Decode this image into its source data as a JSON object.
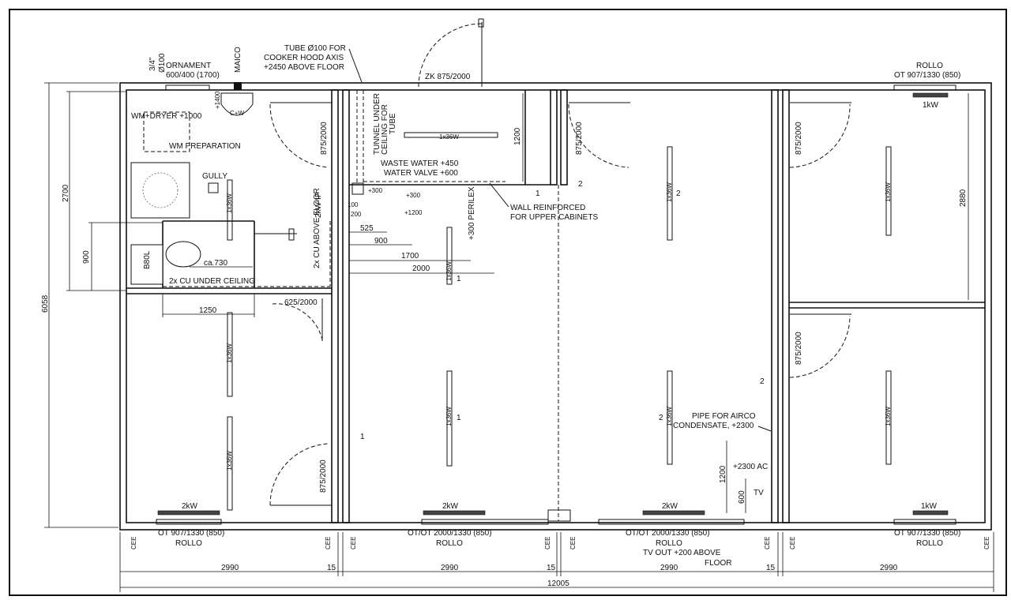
{
  "rooms": {
    "left_top": {
      "ornament": "ORNAMENT",
      "ornament_size": "600/400 (1700)",
      "pipe_34": "3/4\"",
      "pipe_100": "Ø100",
      "maico": "MAICO",
      "h1400": "+1400",
      "sink": "C+W",
      "wm_dryer": "WM+DRYER +1000",
      "wm_prep": "WM PREPARATION",
      "gully": "GULLY",
      "light": "1x36W",
      "toilet": "B80L",
      "ca730": "ca.730",
      "cu_under": "2x CU UNDER CEILING",
      "kw_ip": "2kW-IP",
      "cu_above": "2x CU ABOVE FLOOR",
      "door_inner": "625/2000",
      "door_top": "875/2000"
    },
    "left_bottom": {
      "light": "1x36W",
      "heater": "2kW",
      "door": "875/2000",
      "num1": "1"
    },
    "mid_left": {
      "tube": "TUBE Ø100 FOR",
      "tube2": "COOKER HOOD AXIS",
      "tube3": "+2450 ABOVE FLOOR",
      "zk": "ZK 875/2000",
      "tunnel": "TUNNEL UNDER",
      "tunnel2": "CEILING FOR",
      "tunnel3": "TUBE",
      "light_top": "1x36W",
      "waste": "WASTE WATER +450",
      "valve": "WATER VALVE +600",
      "d100": "100",
      "d200": "200",
      "d300a": "+300",
      "d300b": "+300",
      "d1200": "+1200",
      "perilex": "+300 PERILEX",
      "wall_reinf": "WALL REINFORCED",
      "wall_reinf2": "FOR UPPER CABINETS",
      "d1200v": "1200",
      "d525": "525",
      "d900": "900",
      "d1700": "1700",
      "d2000": "2000",
      "light_a": "1x36W",
      "light_b": "1x36W",
      "num1a": "1",
      "num1b": "1",
      "num1c": "1",
      "heater": "2kW"
    },
    "mid_right": {
      "door": "875/2000",
      "light_a": "1x36W",
      "light_b": "1x36W",
      "num2a": "2",
      "num2b": "2",
      "num2c": "2",
      "heater": "2kW",
      "aircon": "PIPE FOR AIRCO",
      "aircon2": "CONDENSATE, +2300",
      "ac": "+2300 AC",
      "tv": "TV",
      "d1200": "1200",
      "d600": "600"
    },
    "right": {
      "rollo": "ROLLO",
      "window": "OT 907/1330 (850)",
      "heater_top": "1kW",
      "heater_bottom": "1kW",
      "door_top": "875/2000",
      "door_bottom": "875/2000",
      "light_a": "1x36W",
      "light_b": "1x36W",
      "d2880": "2880",
      "num2": "2"
    }
  },
  "bottom": {
    "win1": "OT 907/1330 (850)",
    "win2": "OT/OT 2000/1330 (850)",
    "win3": "OT/OT 2000/1330 (850)",
    "win4": "OT 907/1330 (850)",
    "rollo": "ROLLO",
    "tv_out": "TV OUT +200 ABOVE",
    "tv_out2": "FLOOR",
    "cee": "CEE",
    "d2990": "2990",
    "d15": "15",
    "total": "12005"
  },
  "left_dims": {
    "d6058": "6058",
    "d2700": "2700",
    "d900": "900",
    "d1250": "1250"
  }
}
